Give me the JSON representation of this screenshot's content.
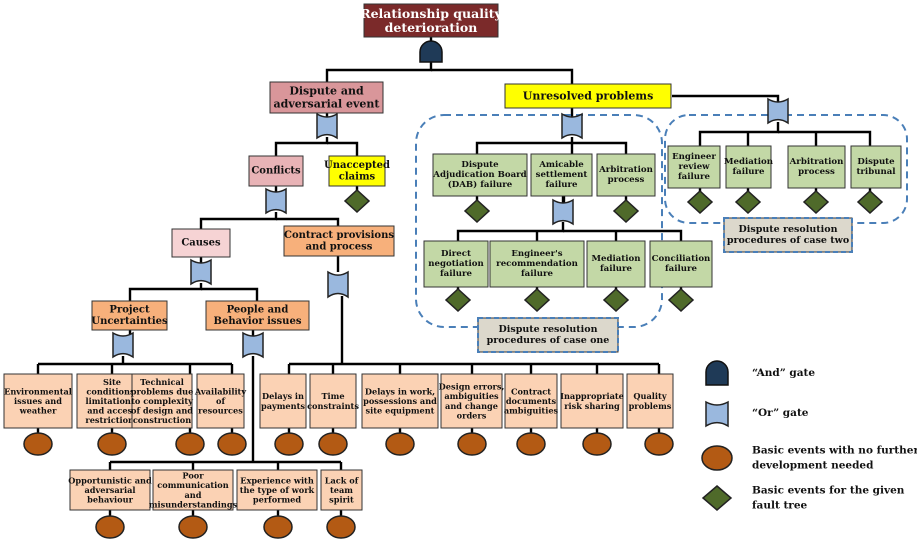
{
  "top_event": [
    "Relationship quality",
    "deterioration"
  ],
  "dispute_event": [
    "Dispute and",
    "adversarial event"
  ],
  "unresolved": [
    "Unresolved problems"
  ],
  "conflicts": [
    "Conflicts"
  ],
  "unaccepted": [
    "Unaccepted",
    "claims"
  ],
  "causes": [
    "Causes"
  ],
  "contract": [
    "Contract provisions",
    "and process"
  ],
  "project_unc": [
    "Project",
    "Uncertainties"
  ],
  "people": [
    "People and",
    "Behavior issues"
  ],
  "case_one": {
    "top": [
      [
        "Dispute",
        "Adjudication Board",
        "(DAB) failure"
      ],
      [
        "Amicable",
        "settlement",
        "failure"
      ],
      [
        "Arbitration",
        "process"
      ]
    ],
    "bottom": [
      [
        "Direct",
        "negotiation",
        "failure"
      ],
      [
        "Engineer's",
        "recommendation",
        "failure"
      ],
      [
        "Mediation",
        "failure"
      ],
      [
        "Conciliation",
        "failure"
      ]
    ],
    "label": [
      "Dispute resolution",
      "procedures of case one"
    ]
  },
  "case_two": {
    "items": [
      [
        "Engineer",
        "review",
        "failure"
      ],
      [
        "Mediation",
        "failure"
      ],
      [
        "Arbitration",
        "process"
      ],
      [
        "Dispute",
        "tribunal"
      ]
    ],
    "label": [
      "Dispute resolution",
      "procedures of case two"
    ]
  },
  "uncertainty_events": [
    [
      "Environmental",
      "issues and",
      "weather"
    ],
    [
      "Site",
      "conditions;",
      "limitations;",
      "and access",
      "restrictions"
    ],
    [
      "Technical",
      "problems due",
      "to complexity",
      "of design and",
      "construction"
    ],
    [
      "Availability",
      "of",
      "resources"
    ]
  ],
  "contract_events": [
    [
      "Delays in",
      "payments"
    ],
    [
      "Time",
      "constraints"
    ],
    [
      "Delays in work,",
      "possessions and",
      "site equipment"
    ],
    [
      "Design errors,",
      "ambiguities",
      "and change",
      "orders"
    ],
    [
      "Contract",
      "documents",
      "ambiguities"
    ],
    [
      "Inappropriate",
      "risk sharing"
    ],
    [
      "Quality",
      "problems"
    ]
  ],
  "people_events": [
    [
      "Opportunistic and",
      "adversarial",
      "behaviour"
    ],
    [
      "Poor",
      "communication",
      "and",
      "misunderstandings"
    ],
    [
      "Experience with",
      "the type of work",
      "performed"
    ],
    [
      "Lack of",
      "team",
      "spirit"
    ]
  ],
  "legend": [
    {
      "symbol": "and-gate",
      "text": [
        "“And” gate"
      ]
    },
    {
      "symbol": "or-gate",
      "text": [
        "“Or” gate"
      ]
    },
    {
      "symbol": "circle",
      "text": [
        "Basic events with no further",
        "development needed"
      ]
    },
    {
      "symbol": "diamond",
      "text": [
        "Basic events for the given",
        "fault tree"
      ]
    }
  ],
  "colors": {
    "top_fill": "#7b2a2a",
    "dispute_fill": "#d9969a",
    "yellow": "#ffff00",
    "pink": "#e8b3b6",
    "orange": "#f7b07b",
    "peach": "#fbd2b4",
    "green": "#c3d8a6",
    "circle": "#b35a14",
    "diamond": "#4f6a2a",
    "and_gate": "#1f3a57",
    "or_gate": "#9ab8de",
    "dashed": "#4a7fb8",
    "case_box": "#dcd8cc"
  }
}
